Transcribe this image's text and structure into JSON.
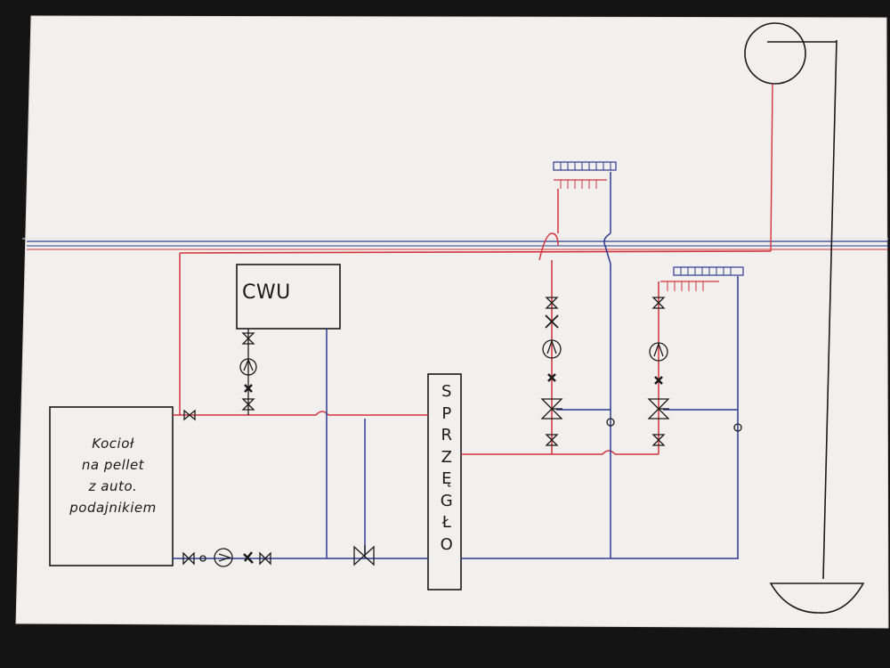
{
  "labels": {
    "cwu": "CWU",
    "boiler": [
      "Kocioł",
      "na pellet",
      "z auto.",
      "podajnikiem"
    ],
    "coupler": "SPRZĘGŁO"
  },
  "colors": {
    "supply": "#d4333a",
    "return": "#2b3a8f",
    "ink": "#1a1a1a",
    "paper": "#f3f1f0",
    "background": "#151414"
  },
  "components": [
    "boiler",
    "dhw-tank",
    "hydraulic-coupler",
    "expansion-vessel",
    "chimney",
    "radiator-circuit-1",
    "radiator-circuit-2",
    "circulation-pumps",
    "three-way-valves",
    "ball-valves",
    "check-valves"
  ]
}
